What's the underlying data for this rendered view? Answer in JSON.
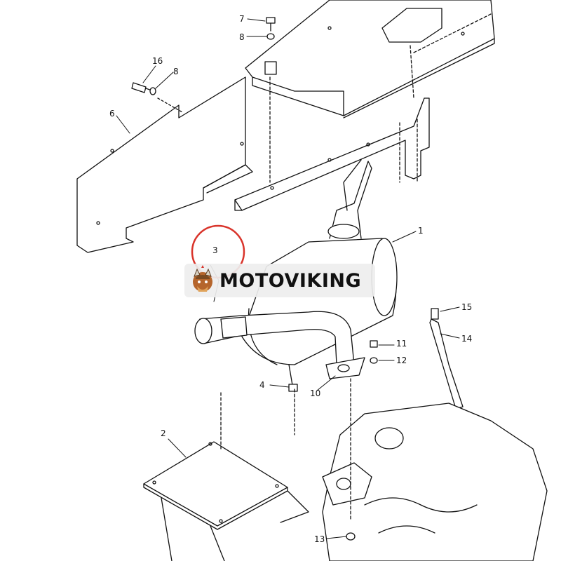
{
  "watermark": {
    "text": "MOTOVIKING"
  },
  "highlight_color": "#d9342b",
  "callouts": {
    "p1": "1",
    "p2": "2",
    "p3": "3",
    "p4": "4",
    "p6": "6",
    "p7": "7",
    "p8a": "8",
    "p8b": "8",
    "p10": "10",
    "p11": "11",
    "p12": "12",
    "p13": "13",
    "p14": "14",
    "p15": "15",
    "p16": "16"
  }
}
